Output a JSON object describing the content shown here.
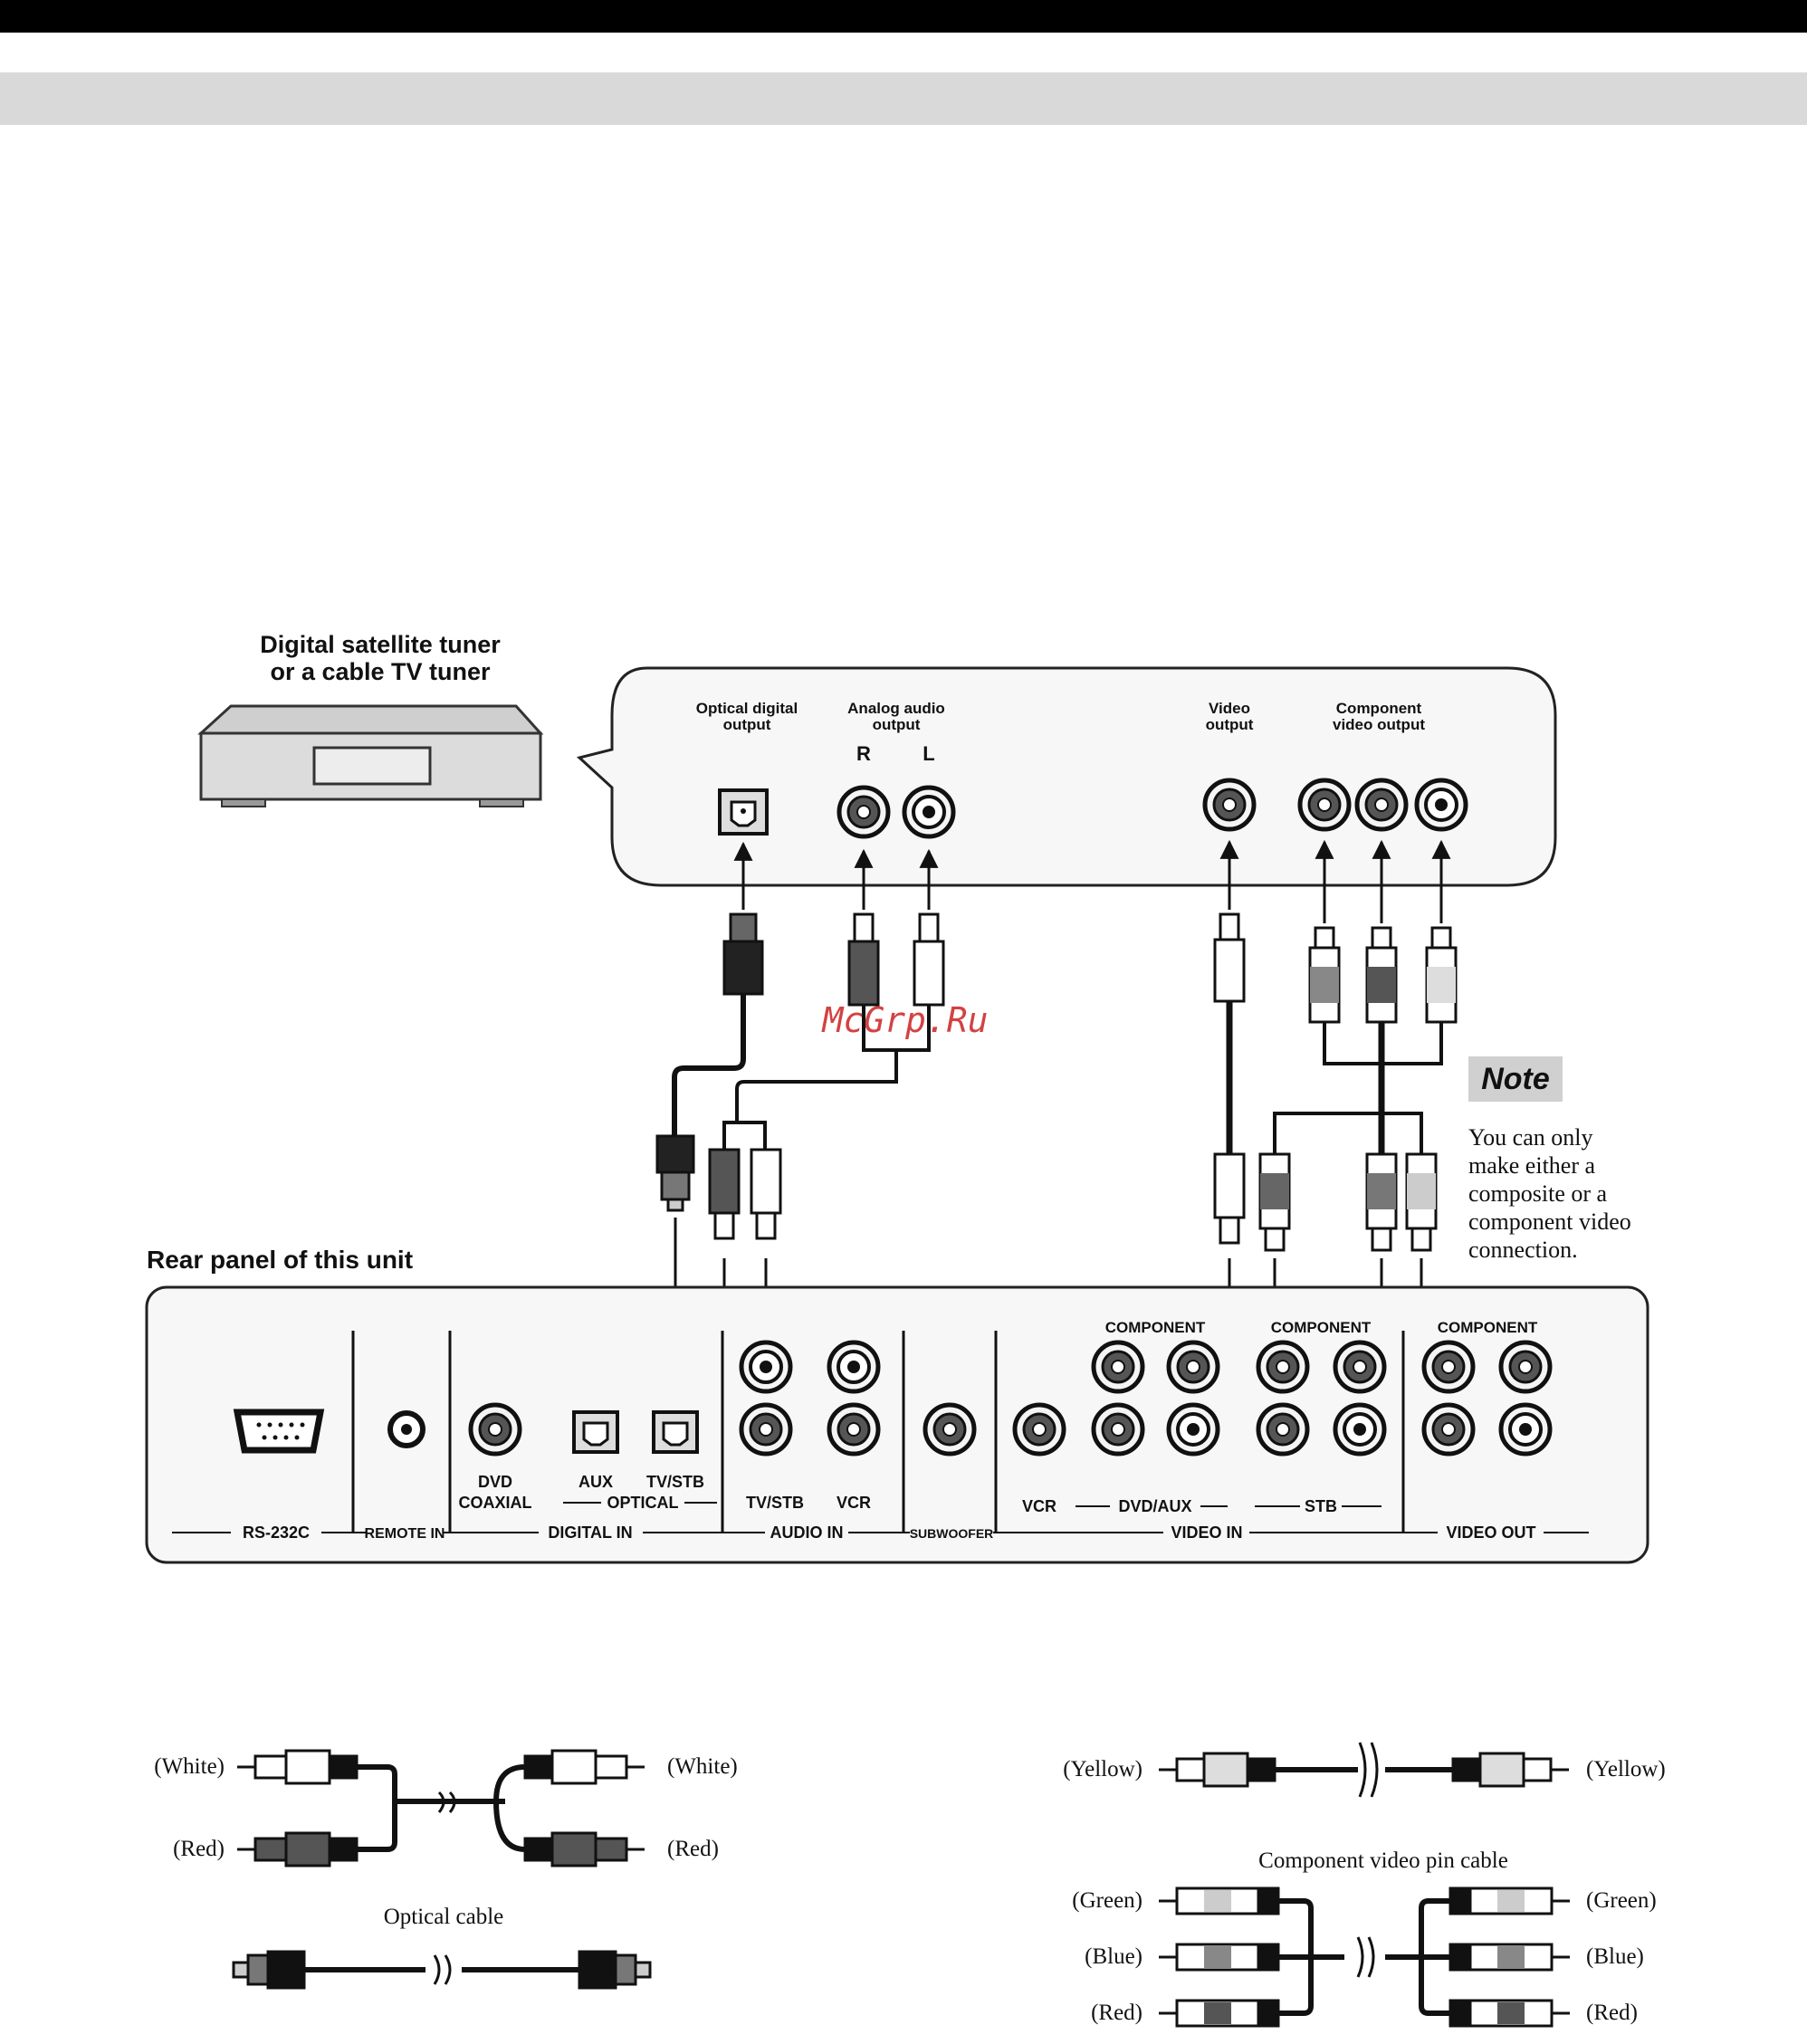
{
  "tuner": {
    "title_line1": "Digital satellite tuner",
    "title_line2": "or a cable TV tuner",
    "outputs": {
      "optical_line1": "Optical digital",
      "optical_line2": "output",
      "analog_line1": "Analog audio",
      "analog_line2": "output",
      "analog_r": "R",
      "analog_l": "L",
      "video_line1": "Video",
      "video_line2": "output",
      "component_line1": "Component",
      "component_line2": "video output"
    }
  },
  "watermark": "McGrp.Ru",
  "note": {
    "title": "Note",
    "lines": [
      "You can only",
      "make either a",
      "composite or a",
      "component video",
      "connection."
    ]
  },
  "rear_panel": {
    "title": "Rear panel of this unit",
    "labels": {
      "rs232c": "RS-232C",
      "remote_in": "REMOTE IN",
      "dvd": "DVD",
      "coaxial": "COAXIAL",
      "aux": "AUX",
      "tvstb_optical": "TV/STB",
      "optical": "OPTICAL",
      "digital_in": "DIGITAL IN",
      "tvstb_audio": "TV/STB",
      "vcr_audio": "VCR",
      "audio_in": "AUDIO IN",
      "subwoofer": "SUBWOOFER",
      "vcr_video": "VCR",
      "dvd_aux": "DVD/AUX",
      "stb": "STB",
      "video_in": "VIDEO IN",
      "video_out": "VIDEO OUT",
      "component_1": "COMPONENT",
      "component_2": "COMPONENT",
      "component_3": "COMPONENT"
    }
  },
  "cables": {
    "audio_white_left": "(White)",
    "audio_red_left": "(Red)",
    "audio_white_right": "(White)",
    "audio_red_right": "(Red)",
    "optical_title": "Optical cable",
    "yellow_left": "(Yellow)",
    "yellow_right": "(Yellow)",
    "component_title": "Component video pin cable",
    "green_left": "(Green)",
    "blue_left": "(Blue)",
    "red_left": "(Red)",
    "green_right": "(Green)",
    "blue_right": "(Blue)",
    "red_right": "(Red)"
  },
  "colors": {
    "header_band": "#d9d9d9",
    "top_bar": "#000000",
    "watermark": "#cc2222",
    "note_badge": "#d0d0d0"
  }
}
